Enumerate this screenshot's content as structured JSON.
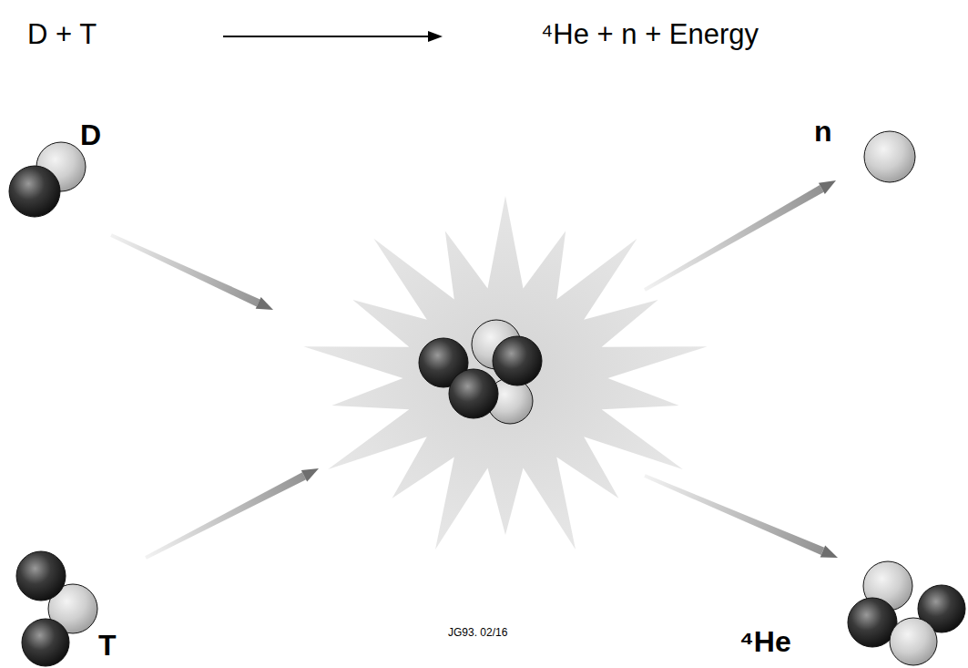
{
  "diagram": {
    "labels": [
      "D + T",
      "⁴He + n + Energy",
      "D",
      "n",
      "T",
      "⁴He",
      "JG93. 02/16"
    ]
  }
}
